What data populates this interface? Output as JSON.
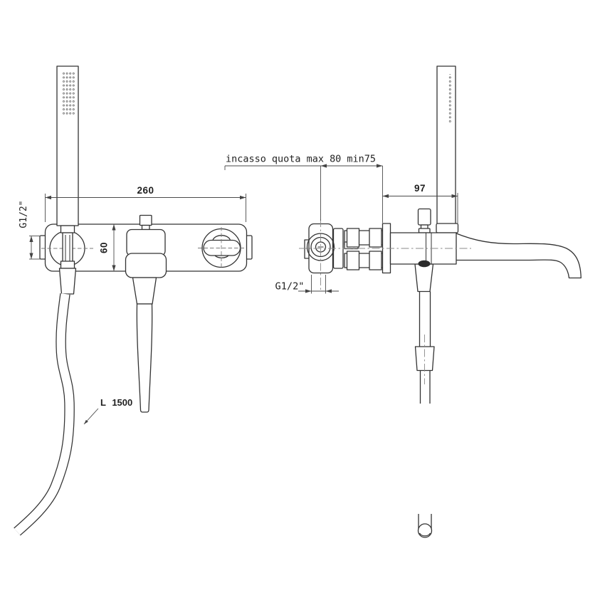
{
  "labels": {
    "incasso_note": "incasso quota max 80 min75",
    "width_mm": "260",
    "height_mm": "60",
    "handshower_offset_mm": "97",
    "inlet_thread_front": "G1/2\"",
    "inlet_thread_side": "G1/2\"",
    "hose_length": "L 1500"
  },
  "colors": {
    "line": "#333333",
    "text": "#1f1f1f",
    "centerline": "#8a8a8a",
    "background": "#ffffff"
  }
}
